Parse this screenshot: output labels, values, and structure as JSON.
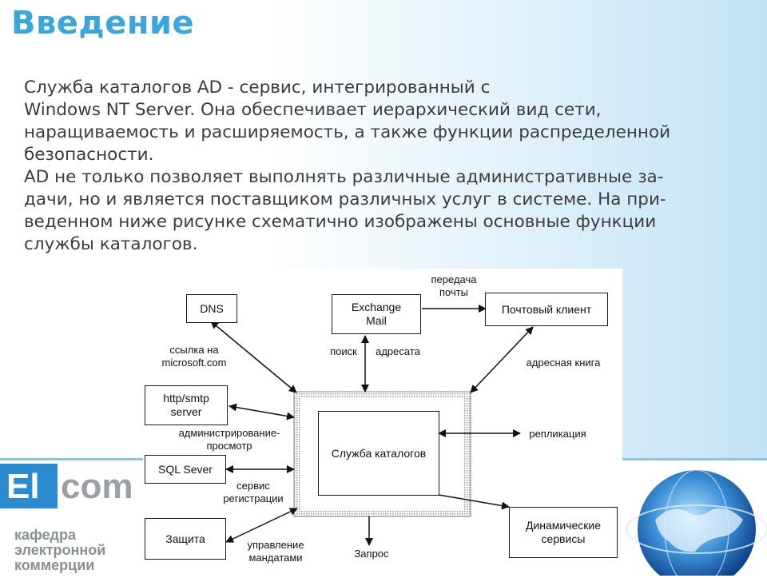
{
  "slide": {
    "title": "Введение",
    "paragraph_lines": [
      "Служба каталогов AD - сервис, интегрированный с",
      "Windows NT Server. Она обеспечивает иерархический вид сети,",
      "наращиваемость и расширяемость, а также функции распределенной",
      "безопасности.",
      "AD не только позволяет выполнять различные административные за-",
      "дачи, но и является поставщиком различных услуг в системе. На при-",
      "веденном ниже рисунке схематично изображены основные функции",
      "службы каталогов."
    ]
  },
  "branding": {
    "logo_el": "El",
    "logo_com": "com",
    "dept_lines": [
      "кафедра",
      "электронной",
      "коммерции"
    ],
    "accent_color": "#3aa6dd",
    "logo_color": "#2a8bd1"
  },
  "diagram": {
    "nodes": {
      "dns": "DNS",
      "exchange_1": "Exchange",
      "exchange_2": "Mail",
      "mail_client": "Почтовый клиент",
      "http_1": "http/smtp",
      "http_2": "server",
      "sql": "SQL Sever",
      "security": "Защита",
      "directory": "Служба каталогов",
      "dynamic_1": "Динамические",
      "dynamic_2": "сервисы"
    },
    "labels": {
      "transfer_1": "передача",
      "transfer_2": "почты",
      "link_1": "ссылка на",
      "link_2": "microsoft.com",
      "search": "поиск",
      "addressee": "адресата",
      "address_book": "адресная книга",
      "admin_1": "администрирование-",
      "admin_2": "просмотр",
      "replication": "репликация",
      "service_1": "сервис",
      "service_2": "регистрации",
      "mandates_1": "управление",
      "mandates_2": "мандатами",
      "request": "Запрос"
    }
  }
}
